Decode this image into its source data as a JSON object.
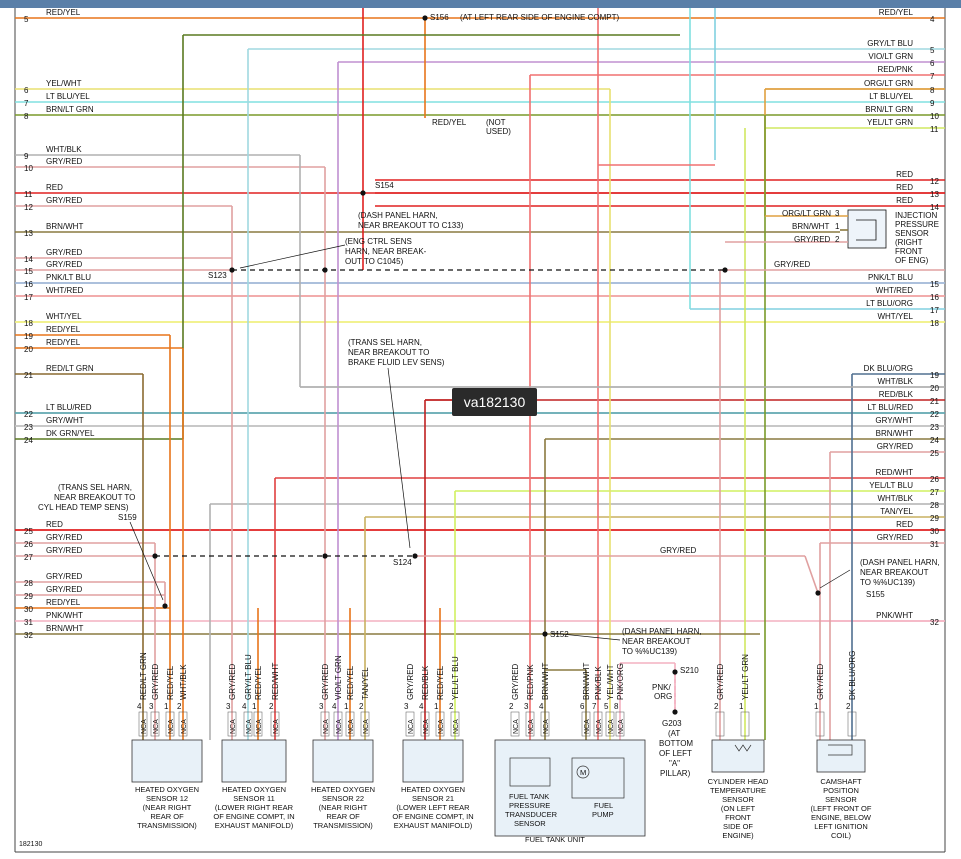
{
  "left_wires": [
    {
      "n": "5",
      "color": "RED/YEL",
      "hex": "#e8751a"
    },
    {
      "n": "6",
      "color": "YEL/WHT",
      "hex": "#e8e070"
    },
    {
      "n": "7",
      "color": "LT BLU/YEL",
      "hex": "#80e0e0"
    },
    {
      "n": "8",
      "color": "BRN/LT GRN",
      "hex": "#7a9a2a"
    },
    {
      "n": "9",
      "color": "WHT/BLK",
      "hex": "#b0b0b0"
    },
    {
      "n": "10",
      "color": "GRY/RED",
      "hex": "#e0a0a0"
    },
    {
      "n": "11",
      "color": "RED",
      "hex": "#e02020"
    },
    {
      "n": "12",
      "color": "GRY/RED",
      "hex": "#e0a0a0"
    },
    {
      "n": "13",
      "color": "BRN/WHT",
      "hex": "#8a7a40"
    },
    {
      "n": "14",
      "color": "GRY/RED",
      "hex": "#e0a0a0"
    },
    {
      "n": "15",
      "color": "GRY/RED",
      "hex": "#e0a0a0"
    },
    {
      "n": "16",
      "color": "PNK/LT BLU",
      "hex": "#a0b8d8"
    },
    {
      "n": "17",
      "color": "WHT/RED",
      "hex": "#f0a0a0"
    },
    {
      "n": "18",
      "color": "WHT/YEL",
      "hex": "#f0f080"
    },
    {
      "n": "19",
      "color": "RED/YEL",
      "hex": "#e8751a"
    },
    {
      "n": "20",
      "color": "RED/YEL",
      "hex": "#e8751a"
    },
    {
      "n": "21",
      "color": "RED/LT GRN",
      "hex": "#8a6a30"
    },
    {
      "n": "22",
      "color": "LT BLU/RED",
      "hex": "#60a8b0"
    },
    {
      "n": "23",
      "color": "GRY/WHT",
      "hex": "#c0c0c0"
    },
    {
      "n": "24",
      "color": "DK GRN/YEL",
      "hex": "#5a7a20"
    },
    {
      "n": "25",
      "color": "RED",
      "hex": "#e02020"
    },
    {
      "n": "26",
      "color": "GRY/RED",
      "hex": "#e0a0a0"
    },
    {
      "n": "27",
      "color": "GRY/RED",
      "hex": "#e0a0a0"
    },
    {
      "n": "28",
      "color": "GRY/RED",
      "hex": "#e0a0a0"
    },
    {
      "n": "29",
      "color": "GRY/RED",
      "hex": "#e0a0a0"
    },
    {
      "n": "30",
      "color": "RED/YEL",
      "hex": "#e8751a"
    },
    {
      "n": "31",
      "color": "PNK/WHT",
      "hex": "#f4b0c0"
    },
    {
      "n": "32",
      "color": "BRN/WHT",
      "hex": "#8a7a40"
    }
  ],
  "right_wires": [
    {
      "n": "4",
      "color": "RED/YEL",
      "hex": "#e8751a"
    },
    {
      "n": "5",
      "color": "GRY/LT BLU",
      "hex": "#a0d8e0"
    },
    {
      "n": "6",
      "color": "VIO/LT GRN",
      "hex": "#c090d0"
    },
    {
      "n": "7",
      "color": "RED/PNK",
      "hex": "#f07070"
    },
    {
      "n": "8",
      "color": "ORG/LT GRN",
      "hex": "#e0a040"
    },
    {
      "n": "9",
      "color": "LT BLU/YEL",
      "hex": "#80e0e0"
    },
    {
      "n": "10",
      "color": "BRN/LT GRN",
      "hex": "#7a9a2a"
    },
    {
      "n": "11",
      "color": "YEL/LT GRN",
      "hex": "#d0e860"
    },
    {
      "n": "12",
      "color": "RED",
      "hex": "#e02020"
    },
    {
      "n": "13",
      "color": "RED",
      "hex": "#e02020"
    },
    {
      "n": "14",
      "color": "RED",
      "hex": "#e02020"
    },
    {
      "n": "15",
      "color": "PNK/LT BLU",
      "hex": "#a0b8d8"
    },
    {
      "n": "16",
      "color": "WHT/RED",
      "hex": "#f0a0a0"
    },
    {
      "n": "17",
      "color": "LT BLU/ORG",
      "hex": "#80d0e0"
    },
    {
      "n": "18",
      "color": "WHT/YEL",
      "hex": "#f0f080"
    },
    {
      "n": "19",
      "color": "DK BLU/ORG",
      "hex": "#507090"
    },
    {
      "n": "20",
      "color": "WHT/BLK",
      "hex": "#b0b0b0"
    },
    {
      "n": "21",
      "color": "RED/BLK",
      "hex": "#c02020"
    },
    {
      "n": "22",
      "color": "LT BLU/RED",
      "hex": "#60a8b0"
    },
    {
      "n": "23",
      "color": "GRY/WHT",
      "hex": "#c0c0c0"
    },
    {
      "n": "24",
      "color": "BRN/WHT",
      "hex": "#8a7a40"
    },
    {
      "n": "25",
      "color": "GRY/RED",
      "hex": "#e0a0a0"
    },
    {
      "n": "26",
      "color": "RED/WHT",
      "hex": "#e04040"
    },
    {
      "n": "27",
      "color": "YEL/LT BLU",
      "hex": "#d0f060"
    },
    {
      "n": "28",
      "color": "WHT/BLK",
      "hex": "#b0b0b0"
    },
    {
      "n": "29",
      "color": "TAN/YEL",
      "hex": "#c8b060"
    },
    {
      "n": "30",
      "color": "RED",
      "hex": "#e02020"
    },
    {
      "n": "31",
      "color": "GRY/RED",
      "hex": "#e0a0a0"
    },
    {
      "n": "32",
      "color": "PNK/WHT",
      "hex": "#f4b0c0"
    }
  ],
  "splices": {
    "s156": "S156",
    "s156_note": "(AT LEFT REAR SIDE OF ENGINE COMPT)",
    "s154": "S154",
    "s123": "S123",
    "s124": "S124",
    "s159": "S159",
    "s152": "S152",
    "s155": "S155",
    "s210": "S210",
    "g203": "G203"
  },
  "notes": {
    "not_used_wire": "RED/YEL",
    "not_used_1": "(NOT",
    "not_used_2": "USED)",
    "dash1": "(DASH PANEL HARN,",
    "dash2": "NEAR BREAKOUT TO C133)",
    "eng1": "(ENG CTRL SENS",
    "eng2": "HARN, NEAR BREAK-",
    "eng3": "OUT TO C1045)",
    "trans1": "(TRANS SEL HARN,",
    "trans2": "NEAR BREAKOUT TO",
    "trans3": "BRAKE FLUID LEV SENS)",
    "cyl1": "(TRANS SEL HARN,",
    "cyl2": "NEAR BREAKOUT TO",
    "cyl3": "CYL HEAD TEMP SENS)",
    "dpr1": "(DASH PANEL HARN,",
    "dpr2": "NEAR BREAKOUT",
    "dpr3": "TO %%UC139)",
    "dpm1": "(DASH PANEL HARN,",
    "dpm2": "NEAR BREAKOUT",
    "dpm3": "TO %%UC139)",
    "pnk_org_1": "PNK/",
    "pnk_org_2": "ORG",
    "g203_1": "(AT",
    "g203_2": "BOTTOM",
    "g203_3": "OF LEFT",
    "g203_4": "\"A\"",
    "g203_5": "PILLAR)",
    "gry_red_mid": "GRY/RED",
    "gry_red_inj": "GRY/RED"
  },
  "injection": {
    "name1": "INJECTION",
    "name2": "PRESSURE",
    "name3": "SENSOR",
    "name4": "(RIGHT",
    "name5": "FRONT",
    "name6": "OF ENG)",
    "pins": [
      {
        "wire": "ORG/LT GRN",
        "pin": "3"
      },
      {
        "wire": "BRN/WHT",
        "pin": "1"
      },
      {
        "wire": "GRY/RED",
        "pin": "2"
      }
    ]
  },
  "components": [
    {
      "id": "ho12",
      "l1": "HEATED OXYGEN",
      "l2": "SENSOR 12",
      "l3": "(NEAR RIGHT",
      "l4": "REAR OF",
      "l5": "TRANSMISSION)",
      "wires": [
        "RED/LT GRN",
        "GRY/RED",
        "RED/YEL",
        "WHT/BLK"
      ],
      "pins": [
        "4",
        "3",
        "1",
        "2"
      ]
    },
    {
      "id": "ho11",
      "l1": "HEATED OXYGEN",
      "l2": "SENSOR 11",
      "l3": "(LOWER RIGHT REAR",
      "l4": "OF ENGINE COMPT, IN",
      "l5": "EXHAUST MANIFOLD)",
      "wires": [
        "GRY/RED",
        "GRY/LT BLU",
        "RED/YEL",
        "RED/WHT"
      ],
      "pins": [
        "3",
        "4",
        "1",
        "2"
      ]
    },
    {
      "id": "ho22",
      "l1": "HEATED OXYGEN",
      "l2": "SENSOR 22",
      "l3": "(NEAR RIGHT",
      "l4": "REAR OF",
      "l5": "TRANSMISSION)",
      "wires": [
        "GRY/RED",
        "VIO/LT GRN",
        "RED/YEL",
        "TAN/YEL"
      ],
      "pins": [
        "3",
        "4",
        "1",
        "2"
      ]
    },
    {
      "id": "ho21",
      "l1": "HEATED OXYGEN",
      "l2": "SENSOR 21",
      "l3": "(LOWER LEFT REAR",
      "l4": "OF ENGINE COMPT, IN",
      "l5": "EXHAUST MANIFOLD)",
      "wires": [
        "GRY/RED",
        "RED/BLK",
        "RED/YEL",
        "YEL/LT BLU"
      ],
      "pins": [
        "3",
        "4",
        "1",
        "2"
      ]
    },
    {
      "id": "ftu",
      "l1": "FUEL TANK UNIT",
      "wires": [
        "GRY/RED",
        "RED/PNK",
        "BRN/WHT",
        "BRN/WHT",
        "PNK/BLK",
        "YEL/WHT",
        "PNK/ORG"
      ],
      "pins": [
        "2",
        "3",
        "4",
        "6",
        "7",
        "5",
        "8"
      ]
    },
    {
      "id": "cht",
      "l1": "CYLINDER HEAD",
      "l2": "TEMPERATURE",
      "l3": "SENSOR",
      "l4": "(ON LEFT",
      "l5": "FRONT",
      "l6": "SIDE OF",
      "l7": "ENGINE)",
      "wires": [
        "GRY/RED",
        "YEL/LT GRN"
      ],
      "pins": [
        "2",
        "1"
      ]
    },
    {
      "id": "cmp",
      "l1": "CAMSHAFT",
      "l2": "POSITION",
      "l3": "SENSOR",
      "l4": "(LEFT FRONT OF",
      "l5": "ENGINE, BELOW",
      "l6": "LEFT IGNITION",
      "l7": "COIL)",
      "wires": [
        "GRY/RED",
        "DK BLU/ORG"
      ],
      "pins": [
        "1",
        "2"
      ]
    }
  ],
  "fuel": {
    "ptrans1": "FUEL TANK",
    "ptrans2": "PRESSURE",
    "ptrans3": "TRANSDUCER",
    "ptrans4": "SENSOR",
    "pump1": "FUEL",
    "pump2": "PUMP",
    "motor": "M"
  },
  "nca": "NCA",
  "watermark": "va182130",
  "figure_id": "182130"
}
